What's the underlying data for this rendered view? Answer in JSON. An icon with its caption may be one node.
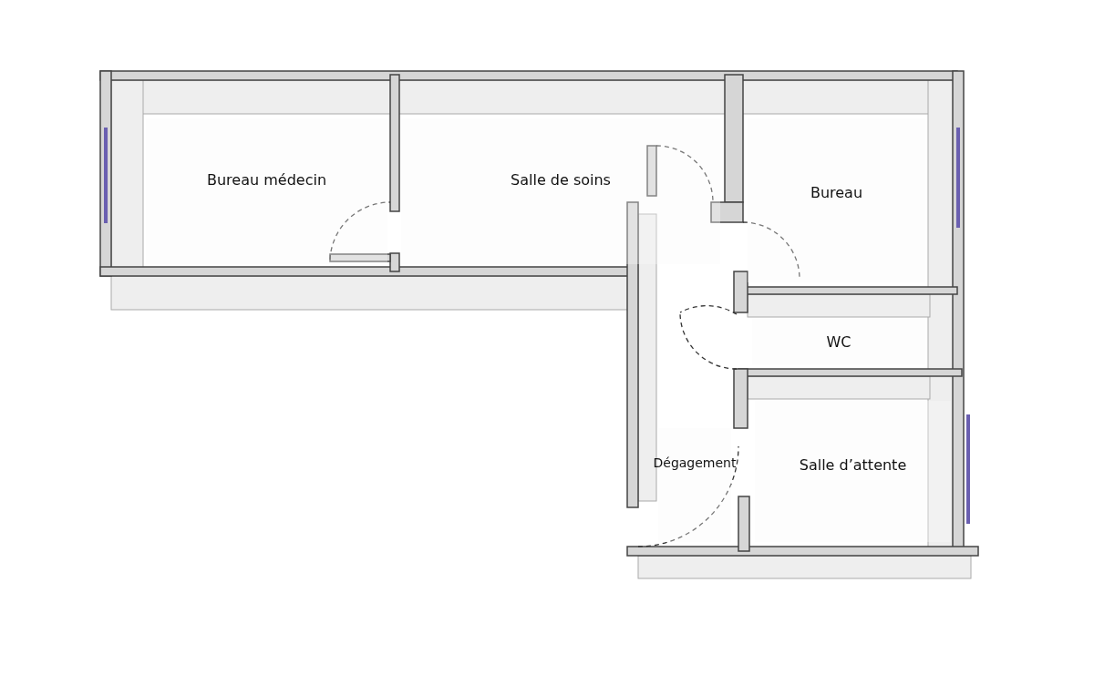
{
  "diagram": {
    "nodes": [
      {
        "text": [
          "Bureau médecin"
        ]
      },
      {
        "text": [
          "Salle de soins"
        ]
      },
      {
        "text": [
          "Bureau"
        ]
      },
      {
        "text": [
          "WC"
        ]
      },
      {
        "text": [
          "Dégagement"
        ]
      },
      {
        "text": [
          "Salle d’attente"
        ]
      }
    ]
  }
}
